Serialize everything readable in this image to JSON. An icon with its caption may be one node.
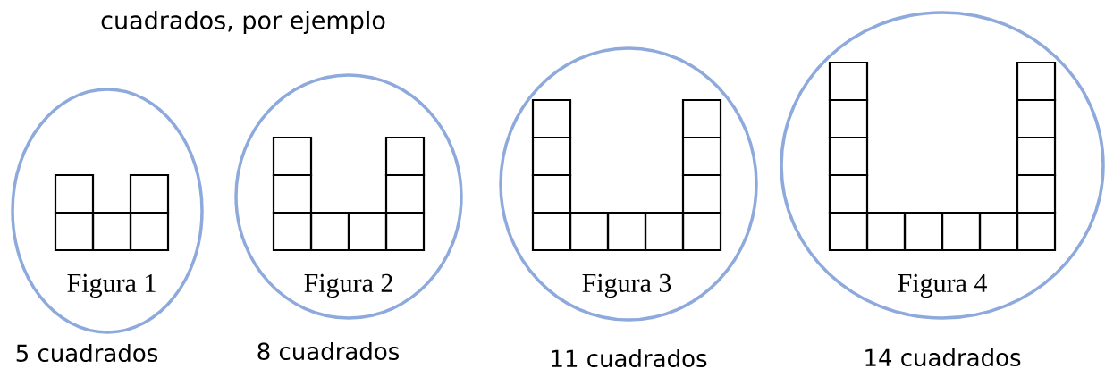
{
  "diagram": {
    "nodes": [
      {
        "text": [
          "Figura 1"
        ],
        "beside": [
          "5 cuadrados"
        ]
      },
      {
        "text": [
          "Figura 2"
        ],
        "beside": [
          "8 cuadrados"
        ]
      },
      {
        "text": [
          "Figura 3"
        ],
        "beside": [
          "11 cuadrados"
        ]
      },
      {
        "text": [
          "Figura 4"
        ],
        "beside": [
          "14 cuadrados"
        ]
      }
    ],
    "labels": [
      "cuadrados, por ejemplo"
    ]
  }
}
